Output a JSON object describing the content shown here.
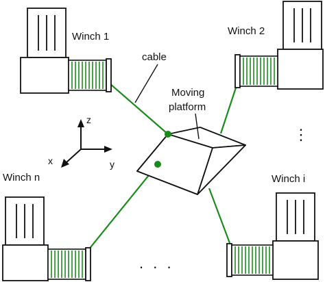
{
  "labels": {
    "winch_1": "Winch 1",
    "winch_2": "Winch 2",
    "winch_n": "Winch n",
    "winch_i": "Winch i",
    "cable": "cable",
    "moving_platform_line1": "Moving",
    "moving_platform_line2": "platform",
    "axis_x": "x",
    "axis_y": "y",
    "axis_z": "z",
    "ellipsis_bottom": ". . .",
    "ellipsis_right": "⋮"
  },
  "colors": {
    "cable": "#1a8a1a",
    "outline": "#111111",
    "background": "#ffffff"
  }
}
